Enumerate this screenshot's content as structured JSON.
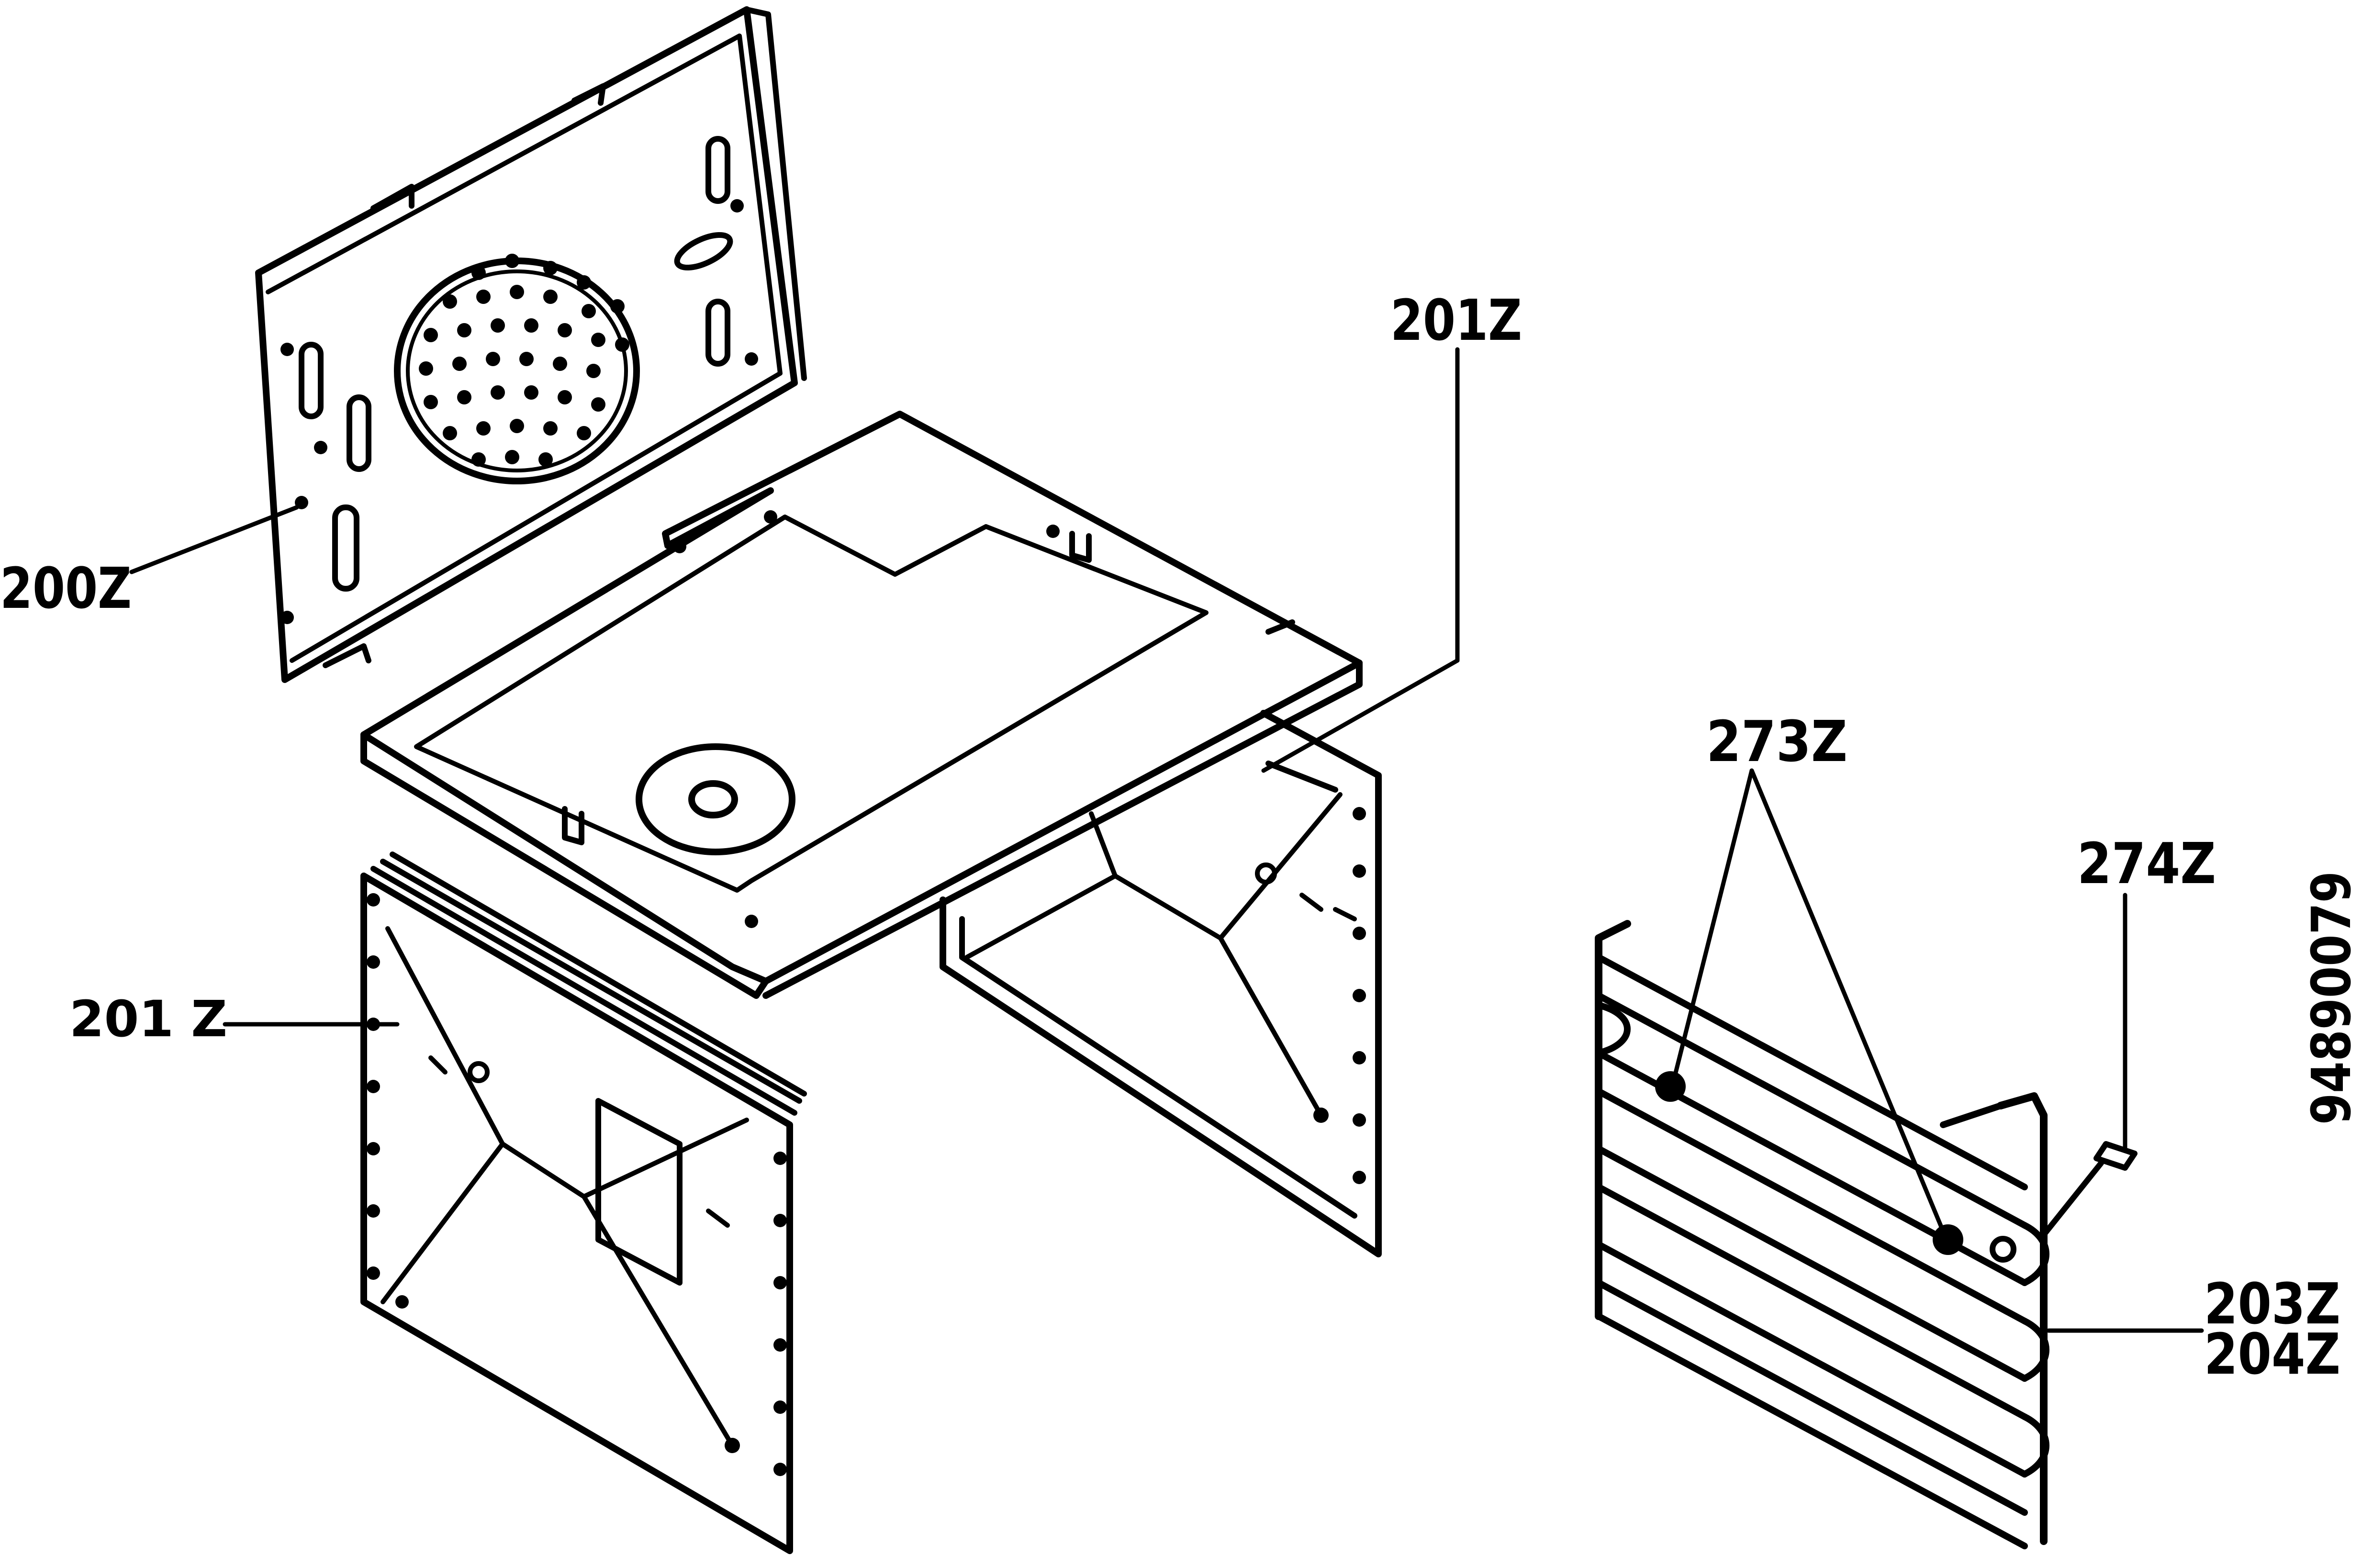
{
  "diagram": {
    "labels": {
      "back_panel": "200Z",
      "top_panel": "201Z",
      "side_panel": "201 Z",
      "grill_element_pair": "273Z",
      "bracket": "274Z",
      "element_a": "203Z",
      "element_b": "204Z",
      "drawing_number": "94890079"
    },
    "colors": {
      "ink": "#000000",
      "paper": "#ffffff"
    }
  }
}
